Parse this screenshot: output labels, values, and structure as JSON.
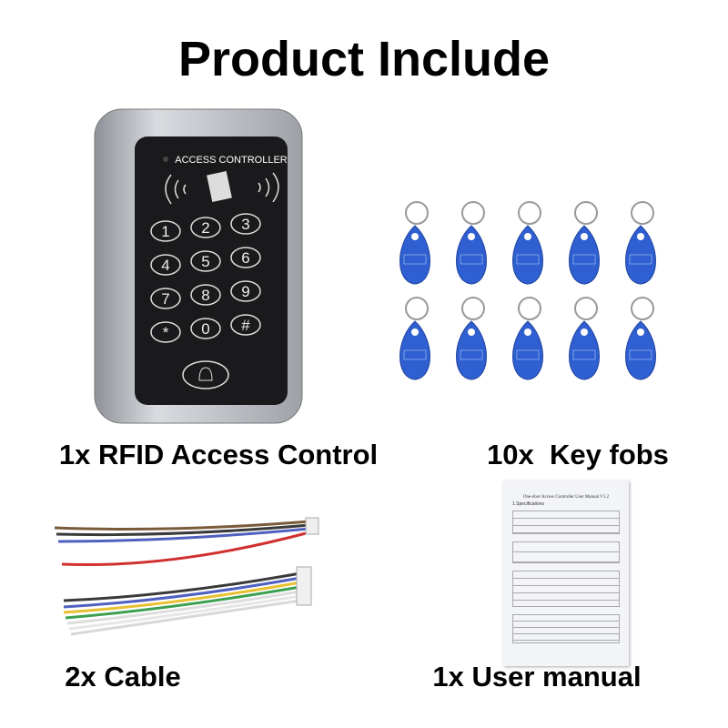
{
  "title": "Product Include",
  "items": [
    {
      "label": "1x RFID Access Control",
      "device_text": "ACCESS CONTROLLER",
      "keys": [
        "1",
        "2",
        "3",
        "4",
        "5",
        "6",
        "7",
        "8",
        "9",
        "*",
        "0",
        "#"
      ]
    },
    {
      "label": "10x  Key fobs",
      "fob_count": 10,
      "fob_color": "#2f5fd0"
    },
    {
      "label": "2x Cable"
    },
    {
      "label": "1x User manual",
      "manual_title": "One-door Access Controller User Manual V1.2",
      "manual_section": "1.Specifications"
    }
  ],
  "colors": {
    "device_frame": "#b8bcc2",
    "device_panel": "#1a1a1c",
    "fob": "#2f5fd0"
  }
}
